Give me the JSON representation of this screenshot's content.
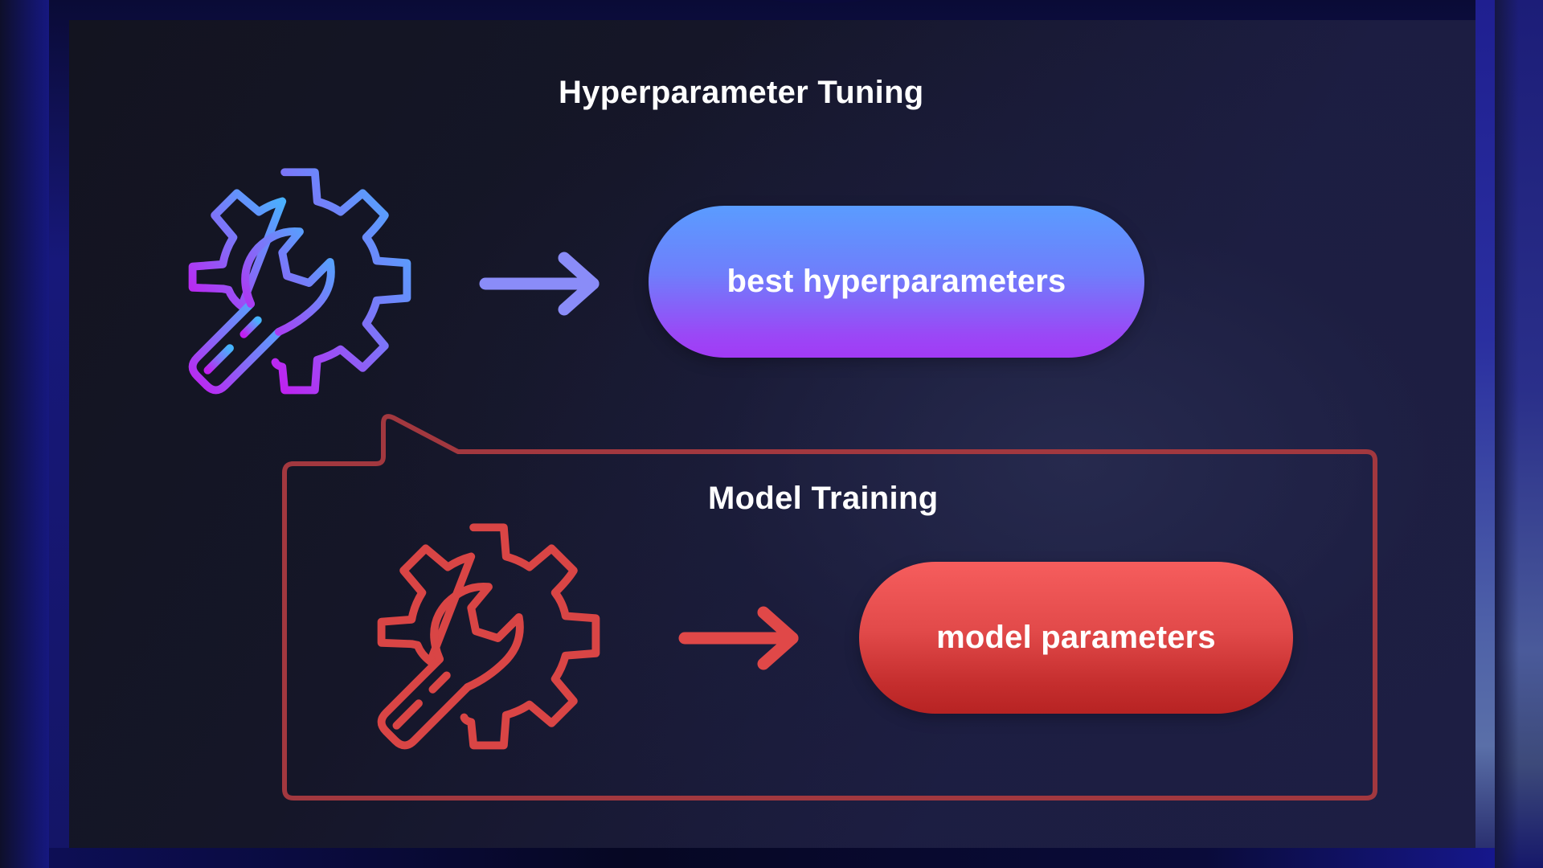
{
  "diagram": {
    "hyperparameter_tuning": {
      "title": "Hyperparameter Tuning",
      "icon": "gear-wrench-icon",
      "arrow": "arrow-right-icon",
      "output_label": "best hyperparameters",
      "colors": {
        "icon_gradient_start": "#4aa8ff",
        "icon_gradient_end": "#c21ef0",
        "arrow": "#8a8cf8",
        "pill_top": "#5a9cff",
        "pill_bottom": "#a23af5"
      }
    },
    "model_training": {
      "title": "Model Training",
      "icon": "gear-wrench-icon",
      "arrow": "arrow-right-icon",
      "output_label": "model parameters",
      "colors": {
        "icon": "#d94545",
        "arrow": "#e04848",
        "pill_top": "#f65d5d",
        "pill_bottom": "#b72323",
        "callout_border": "#a2383f"
      }
    }
  }
}
